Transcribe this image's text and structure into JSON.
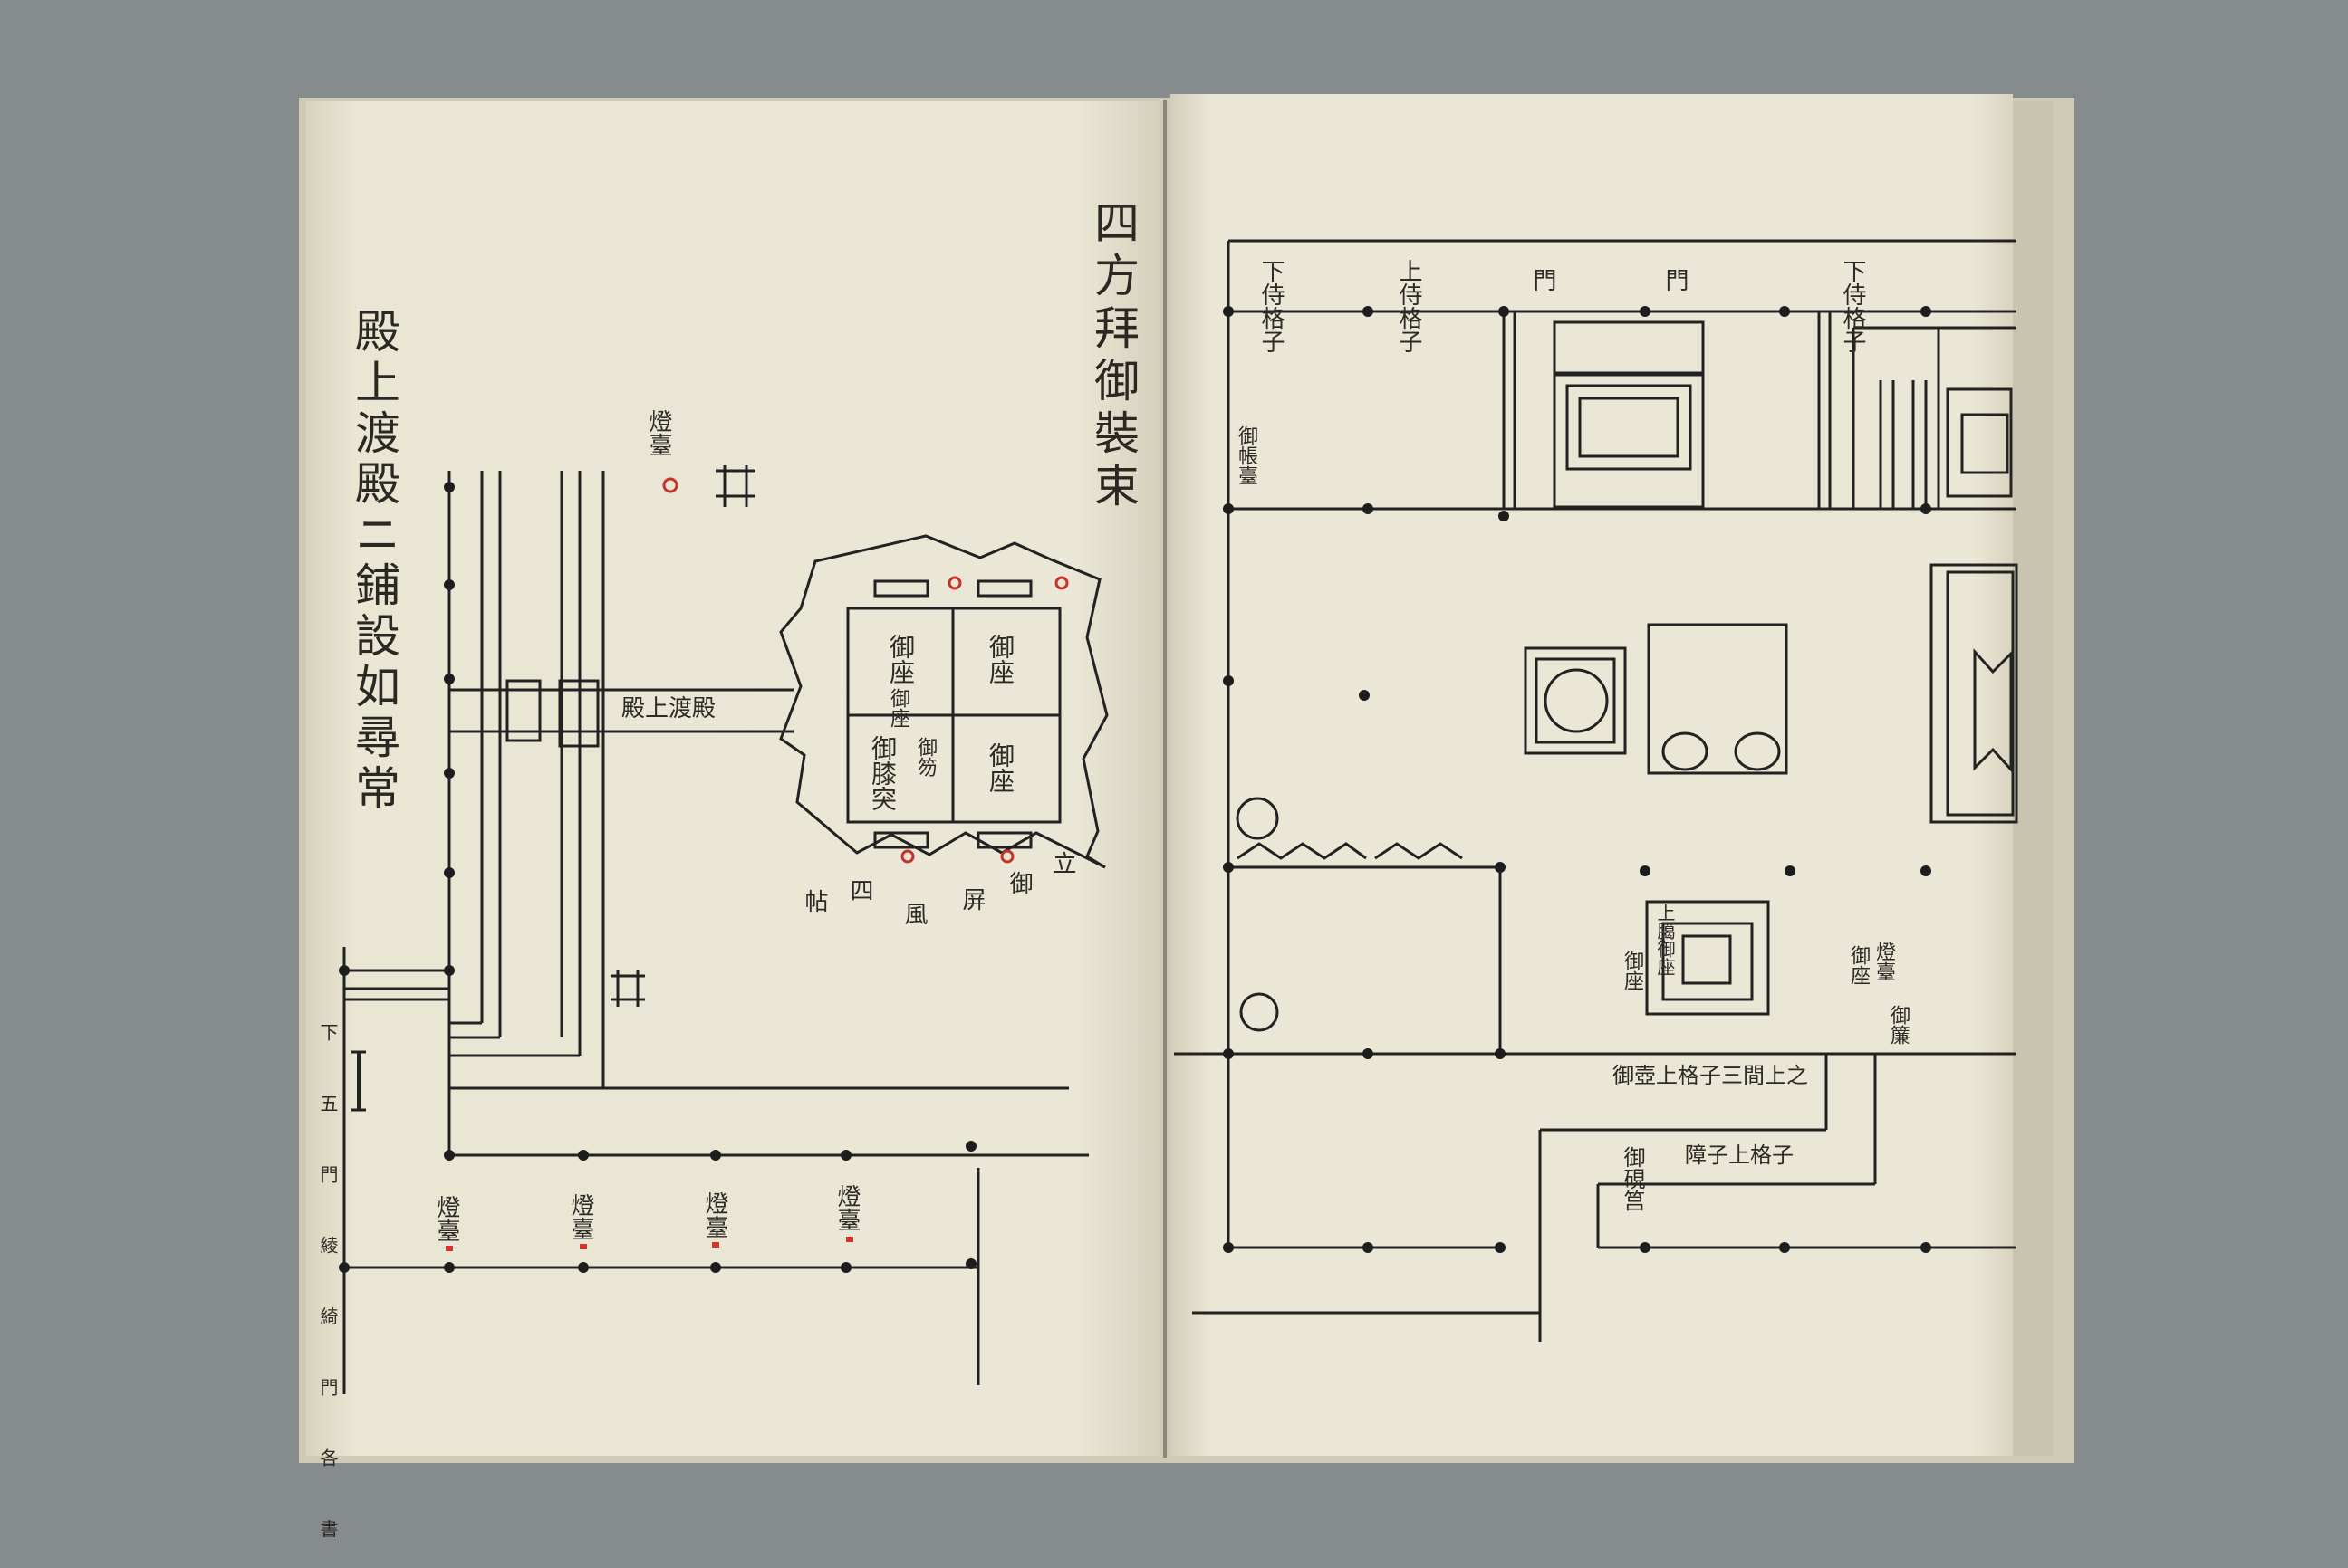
{
  "left_page": {
    "heading": "殿上渡殿ニ鋪設如尋常",
    "right_heading": "四方拜御裝束",
    "labels": {
      "fan_bottom": [
        "立",
        "御",
        "屏",
        "風",
        "四",
        "帖"
      ],
      "seat_1": "御座",
      "seat_2": "御座",
      "seat_3": "御座",
      "seat_4": "御座",
      "seat_5": "御笏",
      "seat_6": "御膝突",
      "gallery_note": "殿上渡殿",
      "lamp_1": "燈臺",
      "lamp_2": "燈臺",
      "lamp_3": "燈臺",
      "lamp_4": "燈臺",
      "lamp_5": "燈臺",
      "margin_note": "下 五 門 綾 綺 門 各 書"
    }
  },
  "right_page": {
    "labels": {
      "top_1": "下侍格子",
      "top_2": "上侍格子",
      "top_3": "下侍格子",
      "top_4": "門",
      "top_5": "門",
      "note_a": "御帳臺",
      "note_b": "上臈御座",
      "note_c": "御座",
      "note_d": "燈臺",
      "note_e": "御座",
      "note_f": "御硯筥",
      "note_g": "御簾",
      "bottom_1": "御壺上格子三間上之",
      "bottom_2": "障子上格子"
    }
  }
}
